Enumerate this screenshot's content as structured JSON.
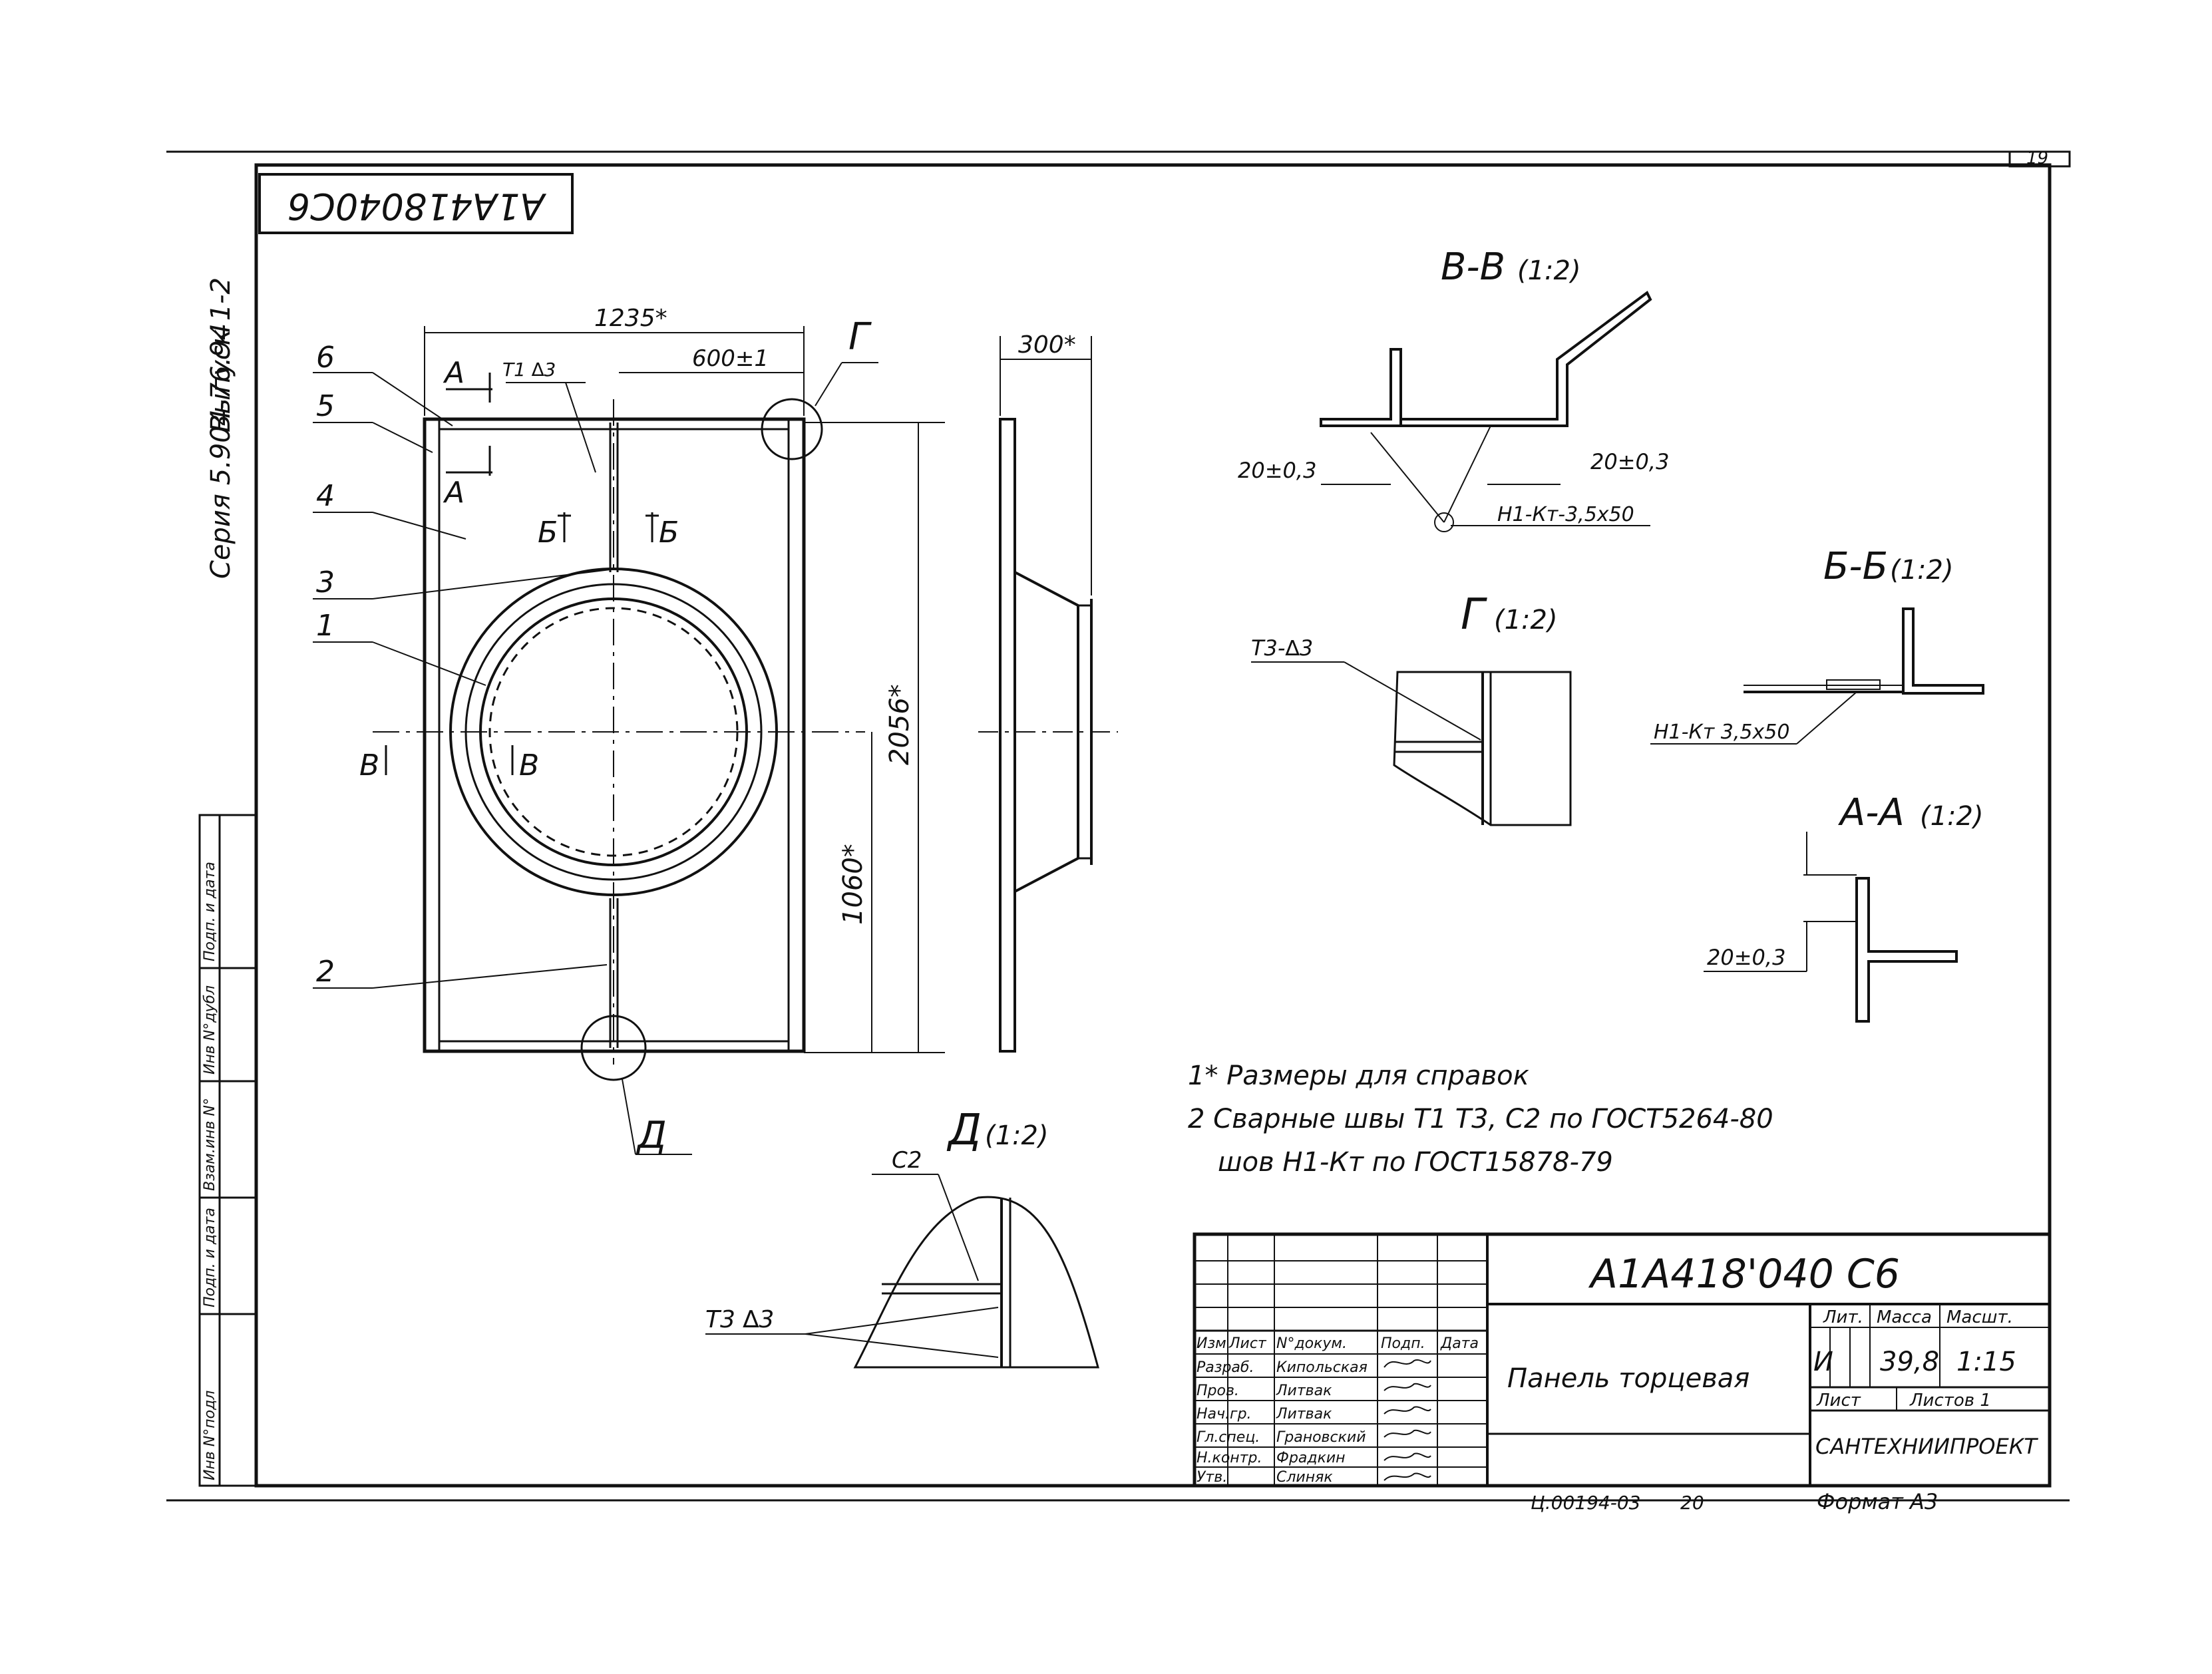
{
  "sheet_number": "19",
  "designation_stamp": "А1А418040С6",
  "series": "Серия 5.904-76.94",
  "issue": "Выпуск 1-2",
  "left_strip": [
    "Инв N°подл",
    "Подп. и дата",
    "Взам.инв N°",
    "Инв N°дубл",
    "Подп. и дата"
  ],
  "front_view": {
    "dims": {
      "overall_width": "1235*",
      "half_width": "600±1",
      "height": "2056*",
      "center_height": "1060*",
      "weld_t1": "Т1 ∆3"
    },
    "callouts": [
      "6",
      "5",
      "4",
      "3",
      "1",
      "2"
    ],
    "section_marks": {
      "a_top": "А",
      "a_bottom": "А",
      "b_left": "Б",
      "b_right": "Б",
      "v_left": "В",
      "v_right": "В",
      "detail_g": "Г",
      "detail_d": "Д"
    }
  },
  "side_view": {
    "depth": "300*"
  },
  "section_vv": {
    "title": "В-В",
    "scale": "(1:2)",
    "dim_left": "20±0,3",
    "dim_right": "20±0,3",
    "weld": "Н1-Кт-3,5х50"
  },
  "detail_g": {
    "title": "Г",
    "scale": "(1:2)",
    "weld": "Т3-∆3"
  },
  "section_bb": {
    "title": "Б-Б",
    "scale": "(1:2)",
    "weld": "Н1-Кт 3,5х50"
  },
  "section_aa": {
    "title": "А-А",
    "scale": "(1:2)",
    "dim": "20±0,3"
  },
  "detail_d": {
    "title": "Д",
    "scale": "(1:2)",
    "weld_c2": "С2",
    "weld_t3": "Т3 ∆3"
  },
  "notes": [
    "1* Размеры для справок",
    "2 Сварные швы Т1 Т3, С2 по ГОСТ5264-80",
    "шов Н1-Кт по ГОСТ15878-79"
  ],
  "title_block": {
    "designation": "А1А418'040 С6",
    "name": "Панель торцевая",
    "headers": [
      "Изм",
      "Лист",
      "N°докум.",
      "Подп.",
      "Дата"
    ],
    "roles": [
      {
        "role": "Разраб.",
        "name": "Кипольская"
      },
      {
        "role": "Пров.",
        "name": "Литвак"
      },
      {
        "role": "Нач.гр.",
        "name": "Литвак"
      },
      {
        "role": "Гл.спец.",
        "name": "Грановский"
      },
      {
        "role": "Н.контр.",
        "name": "Фрадкин"
      },
      {
        "role": "Утв.",
        "name": "Слиняк"
      }
    ],
    "lit_label": "Лит.",
    "mass_label": "Масса",
    "scale_label": "Масшт.",
    "lit_value": "И",
    "mass_value": "39,8",
    "scale_value": "1:15",
    "sheet_label": "Лист",
    "sheets_label": "Листов 1",
    "organization": "САНТЕХНИИПРОЕКТ"
  },
  "footer": {
    "doc_code": "Ц.00194-03",
    "page": "20",
    "format": "Формат А3"
  }
}
